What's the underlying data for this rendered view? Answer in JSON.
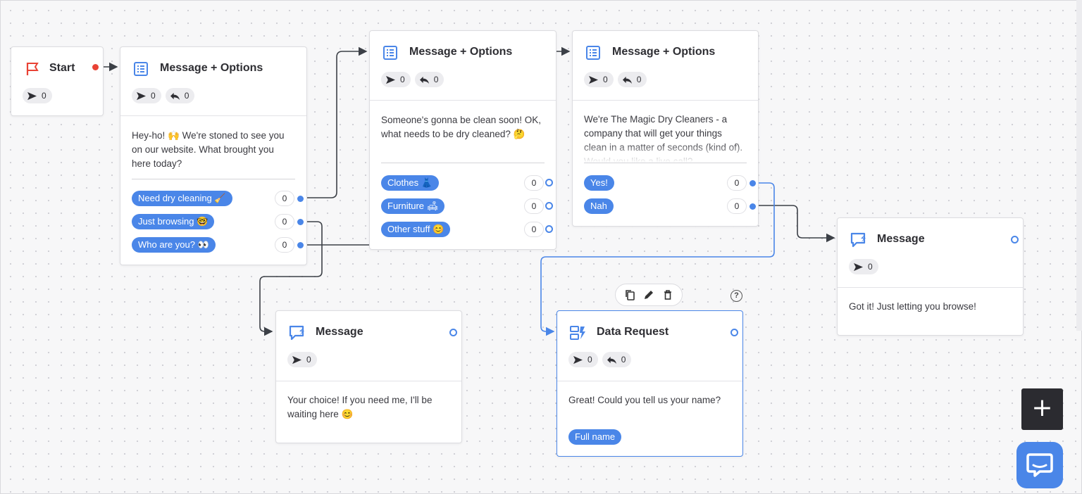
{
  "colors": {
    "accent": "#4a86e8",
    "start_flag": "#e94235",
    "dark_button": "#2b2b30",
    "canvas": "#f7f7f8"
  },
  "nodes": {
    "start": {
      "title": "Start",
      "icon": "flag-icon",
      "sent": "0"
    },
    "mo1": {
      "title": "Message + Options",
      "icon": "options-list-icon",
      "sent": "0",
      "replied": "0",
      "text": "Hey-ho! 🙌 We're stoned to see you on our website. What brought you here today?",
      "options": [
        {
          "label": "Need dry cleaning 🧹",
          "count": "0"
        },
        {
          "label": "Just browsing 🤓",
          "count": "0"
        },
        {
          "label": "Who are you? 👀",
          "count": "0"
        }
      ]
    },
    "mo2": {
      "title": "Message + Options",
      "icon": "options-list-icon",
      "sent": "0",
      "replied": "0",
      "text": "Someone's gonna be clean soon! OK, what needs to be dry cleaned? 🤔",
      "options": [
        {
          "label": "Clothes 👗",
          "count": "0"
        },
        {
          "label": "Furniture 🛋",
          "count": "0"
        },
        {
          "label": "Other stuff 😊",
          "count": "0"
        }
      ]
    },
    "mo3": {
      "title": "Message + Options",
      "icon": "options-list-icon",
      "sent": "0",
      "replied": "0",
      "text": "We're The Magic Dry Cleaners - a company that will get your things clean in a matter of seconds (kind of). Would you like a live call?",
      "options": [
        {
          "label": "Yes!",
          "count": "0"
        },
        {
          "label": "Nah",
          "count": "0"
        }
      ]
    },
    "msg_browse": {
      "title": "Message",
      "icon": "message-bubble-icon",
      "sent": "0",
      "text": "Your choice! If you need me, I'll be waiting here 😊"
    },
    "data_request": {
      "title": "Data Request",
      "icon": "data-request-icon",
      "sent": "0",
      "replied": "0",
      "text": "Great! Could you tell us your name?",
      "field": "Full name"
    },
    "msg_right": {
      "title": "Message",
      "icon": "message-bubble-icon",
      "sent": "0",
      "text": "Got it! Just letting you browse!"
    }
  },
  "toolbar": {
    "items": [
      "copy-icon",
      "edit-icon",
      "delete-icon"
    ],
    "help": "?"
  },
  "controls": {
    "add": "+",
    "chat": "chat-icon"
  }
}
